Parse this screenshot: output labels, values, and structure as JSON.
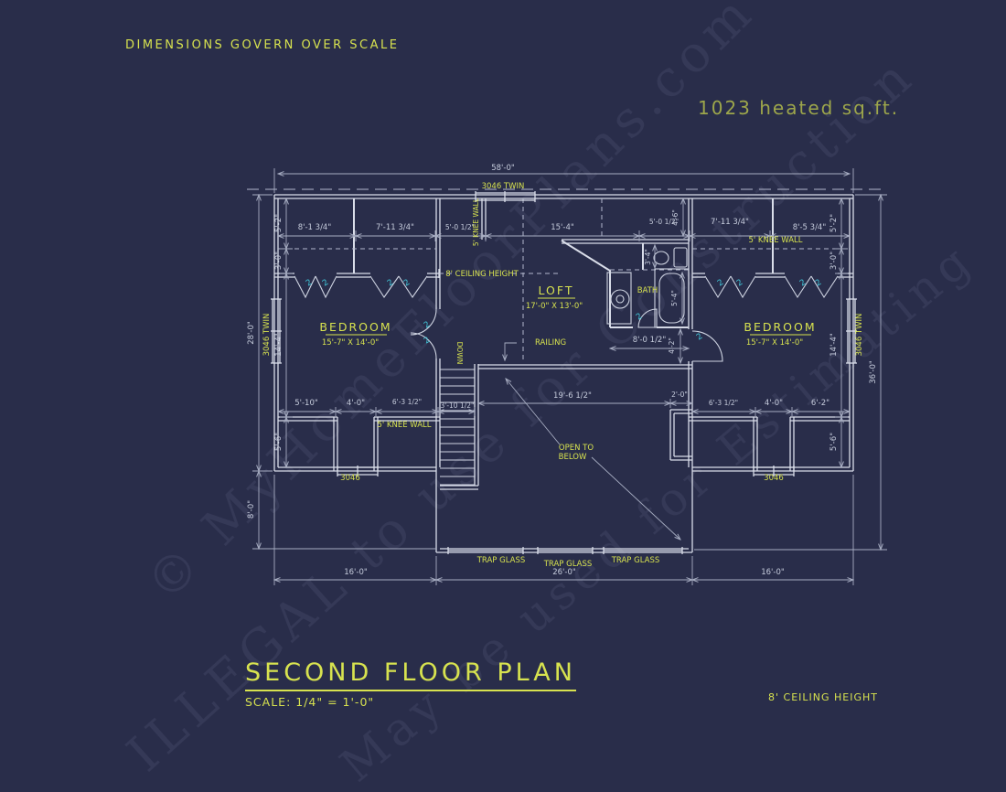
{
  "header": {
    "disclaimer": "DIMENSIONS GOVERN OVER SCALE",
    "heated_area": "1023  heated sq.ft."
  },
  "watermark": {
    "line1": "© MyHomeFloorPlans.com",
    "line2": "ILLEGAL to use for Construction",
    "line3": "May be used for Estimating"
  },
  "title_block": {
    "title": "SECOND FLOOR PLAN",
    "scale": "SCALE: 1/4\" = 1'-0\"",
    "ceiling_note": "8' CEILING HEIGHT"
  },
  "rooms": {
    "bedroom_left": {
      "name": "BEDROOM",
      "size": "15'-7\" X 14'-0\""
    },
    "bedroom_right": {
      "name": "BEDROOM",
      "size": "15'-7\" X 14'-0\""
    },
    "loft": {
      "name": "LOFT",
      "size": "17'-0\" X 13'-0\""
    },
    "bath": {
      "name": "BATH"
    }
  },
  "annotations": {
    "ceiling_height": "8' CEILING HEIGHT",
    "knee_wall": "5' KNEE WALL",
    "window_3046": "3046",
    "window_3046_twin": "3046 TWIN",
    "trap_glass": "TRAP GLASS",
    "open_to_1": "OPEN TO",
    "open_to_2": "BELOW",
    "down": "DOWN",
    "railing": "RAILING",
    "door_marker": "2"
  },
  "dimensions": {
    "overall_width": "58'-0\"",
    "top_a": "8'-1 3/4\"",
    "top_b": "7'-11 3/4\"",
    "top_c": "5'-0 1/2\"",
    "top_center": "15'-4\"",
    "top_d": "5'-0 1/2\"",
    "top_e": "7'-11 3/4\"",
    "top_f": "8'-5 3/4\"",
    "side_52": "5'-2\"",
    "side_30": "3'-0\"",
    "side_144": "14'-4\"",
    "side_56": "5'-6\"",
    "left_height": "28'-0\"",
    "left_lower": "8'-0\"",
    "right_height": "36'-0\"",
    "bath_width": "8'-0 1/2\"",
    "bath_toilet": "3'-4\"",
    "tub": "5'-4\"",
    "bath_entry": "4'-6\"",
    "door_right": "4'-2\"",
    "two_ft": "2'-0\"",
    "knee_a": "5'-10\"",
    "knee_b": "4'-0\"",
    "knee_c": "6'-3 1/2\"",
    "stair_width": "3'-10 1/2\"",
    "open_width": "19'-6 1/2\"",
    "knee_d": "6'-3 1/2\"",
    "knee_e": "4'-0\"",
    "knee_f": "6'-2\"",
    "bottom_left": "16'-0\"",
    "bottom_center": "26'-0\"",
    "bottom_right": "16'-0\""
  }
}
